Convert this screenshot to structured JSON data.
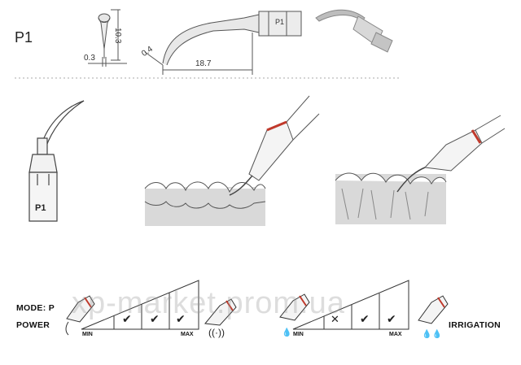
{
  "tip_name": "P1",
  "tip_label_on_drawing": "P1",
  "engraving_label": "P1",
  "dimensions": {
    "height": "10.3",
    "base_width": "0.3",
    "tip_width": "0.4",
    "length": "18.7"
  },
  "legend": {
    "mode_label": "MODE: P",
    "power_label": "POWER",
    "irrigation_label": "IRRIGATION",
    "power_scale": {
      "min": "MIN",
      "max": "MAX",
      "levels": [
        "check",
        "check",
        "check"
      ]
    },
    "irrigation_scale": {
      "min": "MIN",
      "max": "MAX",
      "levels": [
        "cross",
        "check",
        "check"
      ]
    }
  },
  "watermark": "xp-market.prom.ua",
  "colors": {
    "line": "#555555",
    "gum": "#d9d9d9",
    "accent_red": "#c0392b"
  },
  "icons": [
    "check-icon",
    "cross-icon",
    "water-drop-icon",
    "vibration-icon",
    "handpiece-icon"
  ]
}
